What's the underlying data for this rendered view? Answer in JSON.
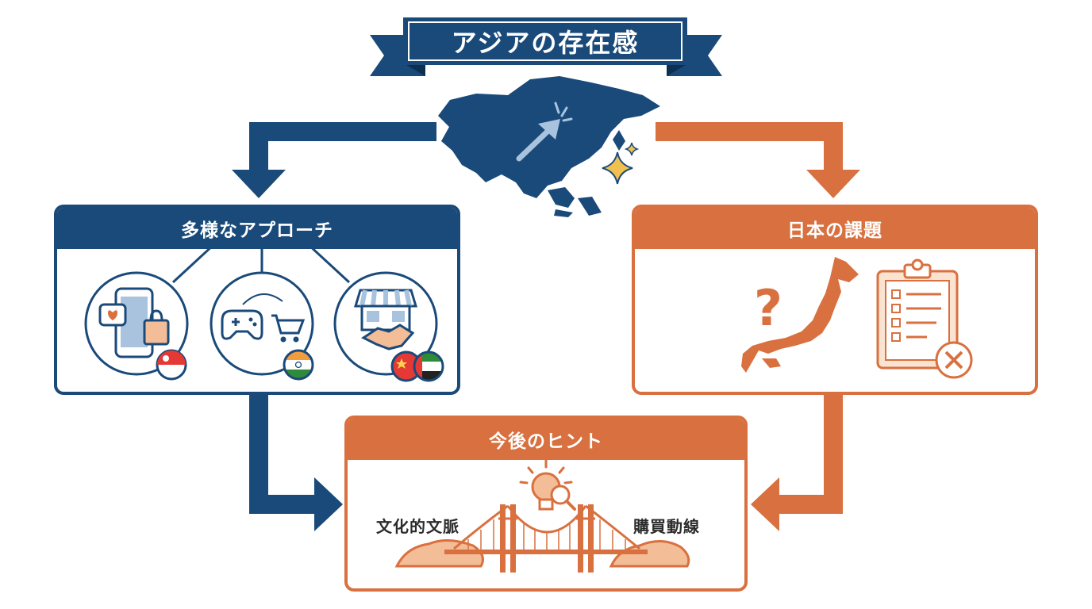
{
  "banner": {
    "title": "アジアの存在感"
  },
  "left_box": {
    "title": "多様なアプローチ",
    "items": [
      {
        "name": "Singapore",
        "flag": "sg"
      },
      {
        "name": "India",
        "flag": "in"
      },
      {
        "name": "China / UAE",
        "flags": [
          "cn",
          "ae"
        ]
      }
    ]
  },
  "right_box": {
    "title": "日本の課題"
  },
  "bottom_box": {
    "title": "今後のヒント",
    "left_label": "文化的文脈",
    "right_label": "購買動線"
  },
  "colors": {
    "navy": "#1a4a7a",
    "orange": "#d9703f",
    "peach": "#f3bd98",
    "gold": "#f0c050"
  }
}
